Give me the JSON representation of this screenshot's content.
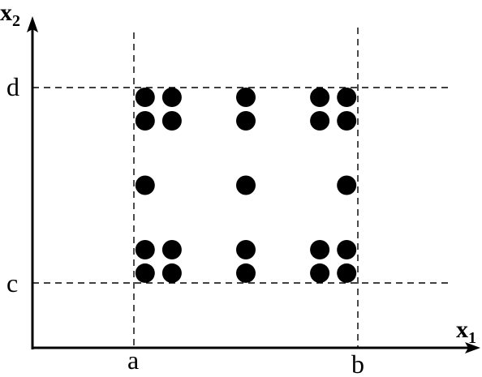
{
  "axes": {
    "x": {
      "name": "x",
      "subscript": "1"
    },
    "y": {
      "name": "x",
      "subscript": "2"
    }
  },
  "bounds": {
    "a": "a",
    "b": "b",
    "c": "c",
    "d": "d"
  },
  "points": {
    "u": [
      0.05,
      0.17,
      0.5,
      0.83,
      0.95
    ],
    "v": [
      0.05,
      0.17,
      0.5,
      0.83,
      0.95
    ],
    "pattern": [
      [
        1,
        1,
        1,
        1,
        1
      ],
      [
        1,
        1,
        1,
        1,
        1
      ],
      [
        1,
        0,
        1,
        0,
        1
      ],
      [
        1,
        1,
        1,
        1,
        1
      ],
      [
        1,
        1,
        1,
        1,
        1
      ]
    ]
  }
}
